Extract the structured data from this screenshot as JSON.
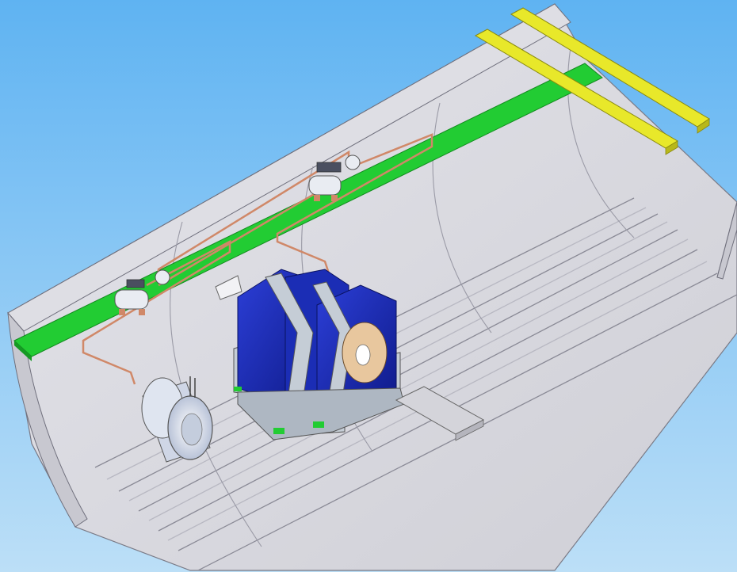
{
  "scene": {
    "subject": "",
    "components": [
      {
        "name": "tunnel-cavern",
        "color": "#d9d9df"
      },
      {
        "name": "service-platform",
        "color": "#22cc33"
      },
      {
        "name": "crane-rails",
        "color": "#e8e82a"
      },
      {
        "name": "detector-magnet",
        "color": "#1a2ab8"
      },
      {
        "name": "cryostat-coil",
        "color": "#c8d2e6"
      },
      {
        "name": "cryo-pipes",
        "color": "#d08868"
      },
      {
        "name": "support-frame",
        "color": "#c5cdd6"
      }
    ],
    "colors": {
      "background_top": "#5fb3f2",
      "background_bottom": "#bcdff7"
    }
  }
}
